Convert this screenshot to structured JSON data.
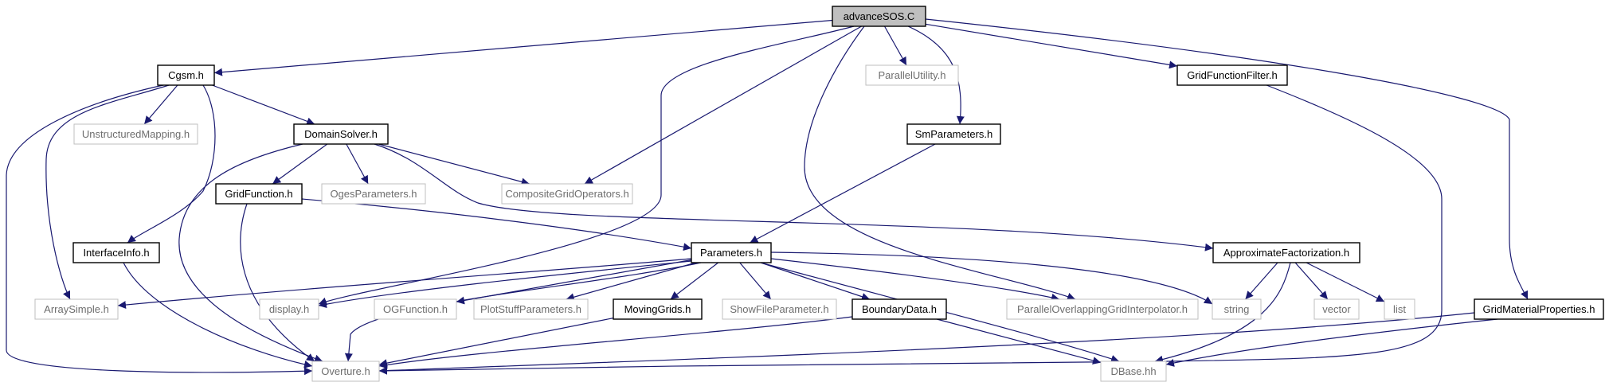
{
  "graph": {
    "nodes": [
      {
        "id": "advanceSOS",
        "label": "advanceSOS.C",
        "kind": "root"
      },
      {
        "id": "Cgsm",
        "label": "Cgsm.h",
        "kind": "local"
      },
      {
        "id": "ParallelUtility",
        "label": "ParallelUtility.h",
        "kind": "external"
      },
      {
        "id": "GridFunctionFilter",
        "label": "GridFunctionFilter.h",
        "kind": "local"
      },
      {
        "id": "UnstructuredMapping",
        "label": "UnstructuredMapping.h",
        "kind": "external"
      },
      {
        "id": "DomainSolver",
        "label": "DomainSolver.h",
        "kind": "local"
      },
      {
        "id": "SmParameters",
        "label": "SmParameters.h",
        "kind": "local"
      },
      {
        "id": "GridFunction",
        "label": "GridFunction.h",
        "kind": "local"
      },
      {
        "id": "OgesParameters",
        "label": "OgesParameters.h",
        "kind": "external"
      },
      {
        "id": "CompositeGridOperators",
        "label": "CompositeGridOperators.h",
        "kind": "external"
      },
      {
        "id": "InterfaceInfo",
        "label": "InterfaceInfo.h",
        "kind": "local"
      },
      {
        "id": "Parameters",
        "label": "Parameters.h",
        "kind": "local"
      },
      {
        "id": "ApproximateFactorization",
        "label": "ApproximateFactorization.h",
        "kind": "local"
      },
      {
        "id": "ArraySimple",
        "label": "ArraySimple.h",
        "kind": "external"
      },
      {
        "id": "display",
        "label": "display.h",
        "kind": "external"
      },
      {
        "id": "OGFunction",
        "label": "OGFunction.h",
        "kind": "external"
      },
      {
        "id": "PlotStuffParameters",
        "label": "PlotStuffParameters.h",
        "kind": "external"
      },
      {
        "id": "MovingGrids",
        "label": "MovingGrids.h",
        "kind": "local"
      },
      {
        "id": "ShowFileParameter",
        "label": "ShowFileParameter.h",
        "kind": "external"
      },
      {
        "id": "BoundaryData",
        "label": "BoundaryData.h",
        "kind": "local"
      },
      {
        "id": "ParallelOverlappingGridInterpolator",
        "label": "ParallelOverlappingGridInterpolator.h",
        "kind": "external"
      },
      {
        "id": "string",
        "label": "string",
        "kind": "external"
      },
      {
        "id": "vector",
        "label": "vector",
        "kind": "external"
      },
      {
        "id": "list",
        "label": "list",
        "kind": "external"
      },
      {
        "id": "GridMaterialProperties",
        "label": "GridMaterialProperties.h",
        "kind": "local"
      },
      {
        "id": "Overture",
        "label": "Overture.h",
        "kind": "external"
      },
      {
        "id": "DBase",
        "label": "DBase.hh",
        "kind": "external"
      }
    ],
    "edges": [
      {
        "from": "advanceSOS",
        "to": "Cgsm"
      },
      {
        "from": "advanceSOS",
        "to": "ParallelUtility"
      },
      {
        "from": "advanceSOS",
        "to": "GridFunctionFilter"
      },
      {
        "from": "advanceSOS",
        "to": "SmParameters"
      },
      {
        "from": "advanceSOS",
        "to": "CompositeGridOperators"
      },
      {
        "from": "advanceSOS",
        "to": "display"
      },
      {
        "from": "advanceSOS",
        "to": "ParallelOverlappingGridInterpolator"
      },
      {
        "from": "advanceSOS",
        "to": "GridMaterialProperties"
      },
      {
        "from": "Cgsm",
        "to": "UnstructuredMapping"
      },
      {
        "from": "Cgsm",
        "to": "DomainSolver"
      },
      {
        "from": "Cgsm",
        "to": "InterfaceInfo"
      },
      {
        "from": "Cgsm",
        "to": "ArraySimple"
      },
      {
        "from": "Cgsm",
        "to": "Overture"
      },
      {
        "from": "DomainSolver",
        "to": "GridFunction"
      },
      {
        "from": "DomainSolver",
        "to": "OgesParameters"
      },
      {
        "from": "DomainSolver",
        "to": "CompositeGridOperators"
      },
      {
        "from": "DomainSolver",
        "to": "ApproximateFactorization"
      },
      {
        "from": "DomainSolver",
        "to": "Overture"
      },
      {
        "from": "SmParameters",
        "to": "Parameters"
      },
      {
        "from": "GridFunction",
        "to": "Parameters"
      },
      {
        "from": "GridFunction",
        "to": "Overture"
      },
      {
        "from": "InterfaceInfo",
        "to": "Overture"
      },
      {
        "from": "GridFunctionFilter",
        "to": "Overture"
      },
      {
        "from": "Parameters",
        "to": "ArraySimple"
      },
      {
        "from": "Parameters",
        "to": "display"
      },
      {
        "from": "Parameters",
        "to": "OGFunction"
      },
      {
        "from": "Parameters",
        "to": "PlotStuffParameters"
      },
      {
        "from": "Parameters",
        "to": "MovingGrids"
      },
      {
        "from": "Parameters",
        "to": "ShowFileParameter"
      },
      {
        "from": "Parameters",
        "to": "BoundaryData"
      },
      {
        "from": "Parameters",
        "to": "ParallelOverlappingGridInterpolator"
      },
      {
        "from": "Parameters",
        "to": "string"
      },
      {
        "from": "Parameters",
        "to": "DBase"
      },
      {
        "from": "Parameters",
        "to": "Overture"
      },
      {
        "from": "ApproximateFactorization",
        "to": "string"
      },
      {
        "from": "ApproximateFactorization",
        "to": "vector"
      },
      {
        "from": "ApproximateFactorization",
        "to": "list"
      },
      {
        "from": "ApproximateFactorization",
        "to": "DBase"
      },
      {
        "from": "MovingGrids",
        "to": "Overture"
      },
      {
        "from": "BoundaryData",
        "to": "Overture"
      },
      {
        "from": "BoundaryData",
        "to": "DBase"
      },
      {
        "from": "GridMaterialProperties",
        "to": "Overture"
      },
      {
        "from": "GridMaterialProperties",
        "to": "DBase"
      }
    ],
    "colors": {
      "edge": "#191970",
      "root_fill": "#bfbfbf",
      "local_border": "#000000",
      "external_border": "#bfbfbf",
      "external_text": "#6e6e6e",
      "background": "#ffffff"
    }
  }
}
